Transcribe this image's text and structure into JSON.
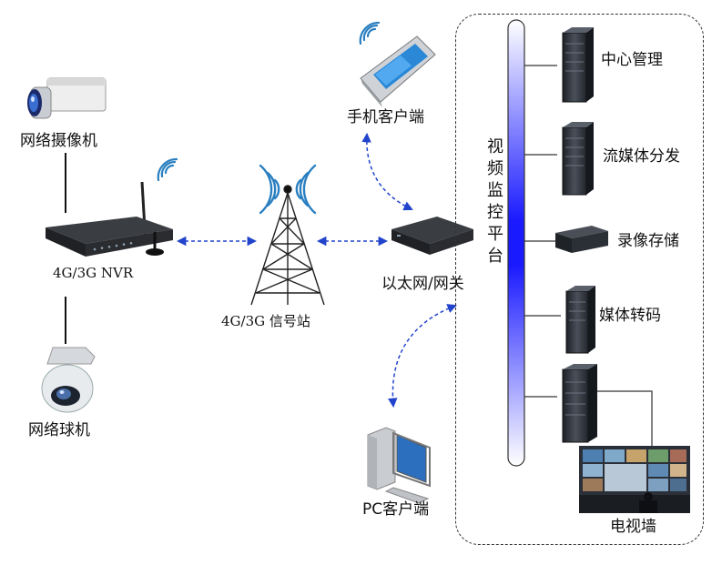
{
  "nodes": {
    "ip_camera": "网络摄像机",
    "nvr": "4G/3G NVR",
    "dome_camera": "网络球机",
    "base_station": "4G/3G 信号站",
    "mobile_client": "手机客户端",
    "gateway": "以太网/网关",
    "pc_client": "PC客户端"
  },
  "platform": {
    "label_chars": [
      "视",
      "频",
      "监",
      "控",
      "平",
      "台"
    ],
    "modules": {
      "center_management": "中心管理",
      "streaming": "流媒体分发",
      "recording": "录像存储",
      "transcoding": "媒体转码",
      "video_wall": "电视墙"
    }
  },
  "colors": {
    "link_dashed": "#2244cc",
    "bus_top": "#ffffff",
    "bus_mid": "#1a1aff",
    "wifi": "#2a7fc0",
    "server_dark": "#2b2f36",
    "outline": "#333333"
  },
  "icons": [
    "ip-camera-icon",
    "nvr-icon",
    "dome-camera-icon",
    "cell-tower-icon",
    "smartphone-icon",
    "gateway-icon",
    "pc-icon",
    "server-icon",
    "video-wall-icon",
    "wifi-icon"
  ]
}
